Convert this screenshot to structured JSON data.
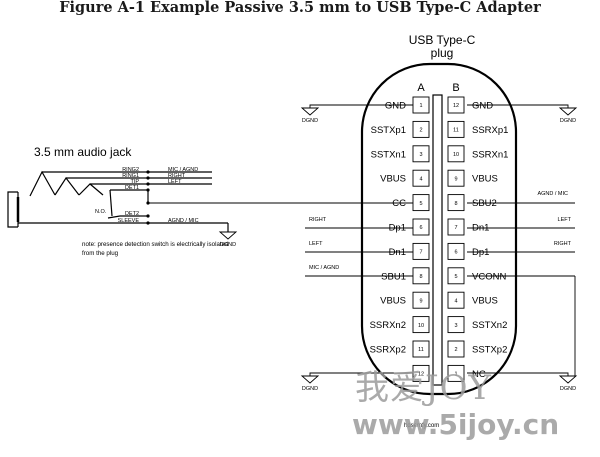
{
  "figure": {
    "title": "Figure A-1  Example Passive 3.5 mm to USB Type-C Adapter"
  },
  "plug": {
    "title_line1": "USB Type-C",
    "title_line2": "plug",
    "col_a": "A",
    "col_b": "B",
    "rows": [
      {
        "a_label": "GND",
        "a_num": "1",
        "b_num": "12",
        "b_label": "GND"
      },
      {
        "a_label": "SSTXp1",
        "a_num": "2",
        "b_num": "11",
        "b_label": "SSRXp1"
      },
      {
        "a_label": "SSTXn1",
        "a_num": "3",
        "b_num": "10",
        "b_label": "SSRXn1"
      },
      {
        "a_label": "VBUS",
        "a_num": "4",
        "b_num": "9",
        "b_label": "VBUS"
      },
      {
        "a_label": "CC",
        "a_num": "5",
        "b_num": "8",
        "b_label": "SBU2"
      },
      {
        "a_label": "Dp1",
        "a_num": "6",
        "b_num": "7",
        "b_label": "Dn1"
      },
      {
        "a_label": "Dn1",
        "a_num": "7",
        "b_num": "6",
        "b_label": "Dp1"
      },
      {
        "a_label": "SBU1",
        "a_num": "8",
        "b_num": "5",
        "b_label": "VCONN"
      },
      {
        "a_label": "VBUS",
        "a_num": "9",
        "b_num": "4",
        "b_label": "VBUS"
      },
      {
        "a_label": "SSRXn2",
        "a_num": "10",
        "b_num": "3",
        "b_label": "SSTXn2"
      },
      {
        "a_label": "SSRXp2",
        "a_num": "11",
        "b_num": "2",
        "b_label": "SSTXp2"
      },
      {
        "a_label": "",
        "a_num": "12",
        "b_num": "1",
        "b_label": "NC"
      }
    ]
  },
  "ground_label": "DGND",
  "plug_signals": {
    "agnd_mic": "AGND / MIC",
    "right": "RIGHT",
    "left": "LEFT",
    "mic_agnd": "MIC / AGND"
  },
  "jack": {
    "title": "3.5 mm audio jack",
    "pins": [
      "RING2",
      "RING1",
      "TIP",
      "DET1",
      "DET2",
      "SLEEVE"
    ],
    "signals": [
      "MIC / AGND",
      "RIGHT",
      "LEFT",
      "",
      "",
      "AGND / MIC"
    ],
    "no_label": "N.O.",
    "note": "note:  presence detection switch is electrically isolated from the plug"
  },
  "watermark": {
    "chinese": "我爱JOY",
    "url": "www.5ijoy.cn",
    "small": "hdsemfy.com"
  }
}
